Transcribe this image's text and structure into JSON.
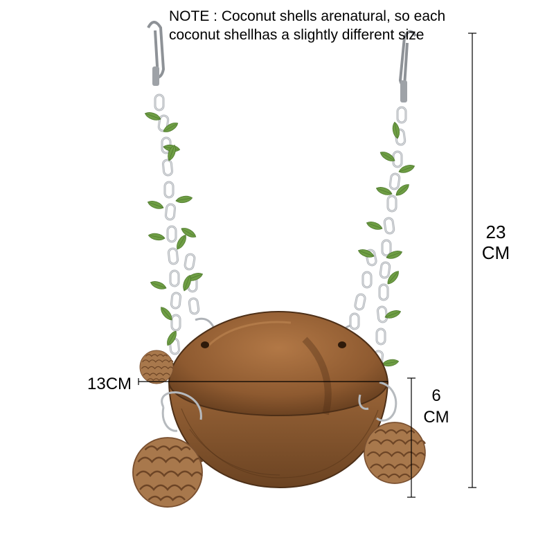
{
  "note": {
    "text": "NOTE : Coconut shells arenatural, so each coconut shellhas a slightly different size"
  },
  "dimensions": {
    "height_value": "23",
    "height_unit": "CM",
    "width": "13CM",
    "depth_value": "6",
    "depth_unit": "CM"
  },
  "colors": {
    "shell_outer": "#8a5a34",
    "shell_inner": "#a06a3f",
    "shell_dark": "#5e3a1f",
    "leaf": "#6f9e45",
    "chain": "#c9ccd0",
    "pinecone": "#b9875a"
  }
}
